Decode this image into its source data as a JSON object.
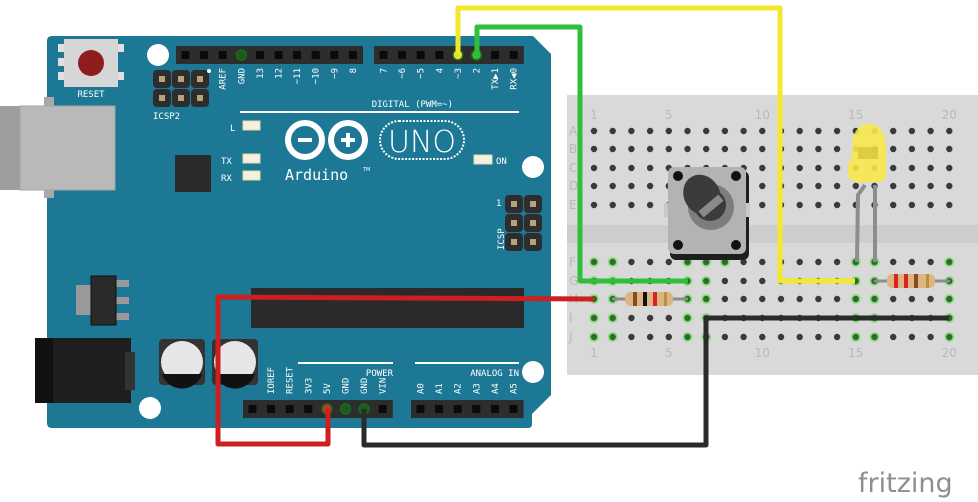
{
  "board": {
    "reset_label": "RESET",
    "icsp2_label": "ICSP2",
    "icsp_label": "ICSP",
    "icsp_pin1": "1",
    "digital_label": "DIGITAL (PWM=~)",
    "power_label": "POWER",
    "analog_label": "ANALOG IN",
    "led_l": "L",
    "led_tx": "TX",
    "led_rx": "RX",
    "led_on": "ON",
    "brand": "Arduino",
    "trademark": "TM",
    "model": "UNO",
    "header_top_left": [
      "",
      "",
      "AREF",
      "GND",
      "13",
      "12",
      "~11",
      "~10",
      "~9",
      "8"
    ],
    "header_top_right": [
      "7",
      "~6",
      "~5",
      "4",
      "~3",
      "2",
      "TX▶1",
      "RX◀0"
    ],
    "header_bottom_power": [
      "",
      "IOREF",
      "RESET",
      "3V3",
      "5V",
      "GND",
      "GND",
      "VIN"
    ],
    "header_bottom_analog": [
      "A0",
      "A1",
      "A2",
      "A3",
      "A4",
      "A5"
    ]
  },
  "breadboard": {
    "rows_top": [
      "A",
      "B",
      "C",
      "D",
      "E"
    ],
    "rows_bottom": [
      "F",
      "G",
      "H",
      "I",
      "J"
    ],
    "column_numbers": [
      "1",
      "5",
      "10",
      "15",
      "20"
    ]
  },
  "wires": {
    "red": "#cc1f1f",
    "black": "#2b2b2b",
    "yellow": "#f2e82c",
    "green": "#2fbf3a"
  },
  "colors": {
    "board": "#1c7895",
    "breadboard": "#d9d9d9",
    "led": "#f7e84a"
  },
  "logo": "fritzing"
}
